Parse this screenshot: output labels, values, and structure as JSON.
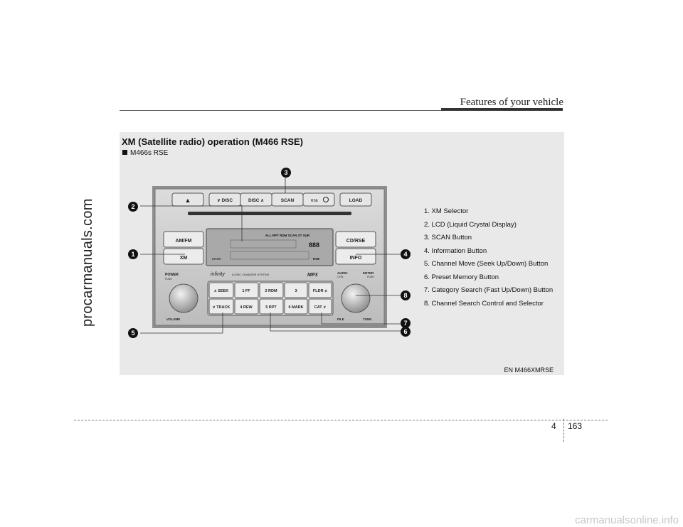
{
  "header": {
    "section_title": "Features of your vehicle"
  },
  "side_watermark": "procarmanuals.com",
  "panel": {
    "title": "XM (Satellite radio) operation (M466 RSE)",
    "subtitle": "M466s RSE",
    "image_code": "EN M466XMRSE"
  },
  "legend": [
    "1. XM Selector",
    "2. LCD (Liquid Crystal Display)",
    "3. SCAN Button",
    "4. Information Button",
    "5. Channel Move (Seek Up/Down) Button",
    "6. Preset Memory Button",
    "7. Category Search (Fast Up/Down) Button",
    "8. Channel Search Control and Selector"
  ],
  "callouts": {
    "c1": "1",
    "c2": "2",
    "c3": "3",
    "c4": "4",
    "c5": "5",
    "c6": "6",
    "c7": "7",
    "c8": "8"
  },
  "radio": {
    "eject": "▲",
    "disc_down": "∨ DISC",
    "disc_up": "DISC ∧",
    "scan": "SCAN",
    "rse": "RSE",
    "load": "LOAD",
    "am_fm": "AM/FM",
    "xm": "XM",
    "cd_rse": "CD/RSE",
    "info": "INFO",
    "lcd_indicators": "ALL RPT RDM SCAN ST SUR",
    "lcd_digits": "888",
    "lcd_mark": "MARK",
    "lcd_rse": "RSE",
    "power": "POWER",
    "push_left": "PUSH",
    "volume": "VOLUME",
    "brand": "infinity",
    "changer": "6-DISC CHANGER SYSTEM",
    "mp3": "MP3",
    "audio": "AUDIO",
    "ctrl": "CTRL",
    "enter": "ENTER",
    "push_right": "PUSH",
    "file": "FILE",
    "tune": "TUNE",
    "btn_seek": "∧ SEEK",
    "btn_ff": "1 FF",
    "btn_rdm": "2 RDM",
    "btn_3": "3",
    "btn_fldr": "FLDR ∧",
    "btn_track": "∨ TRACK",
    "btn_rew": "4 REW",
    "btn_rpt": "5 RPT",
    "btn_mark": "6 MARK",
    "btn_cat": "CAT ∨"
  },
  "footer": {
    "chapter": "4",
    "page": "163"
  },
  "bottom_watermark": "carmanualsonline.info",
  "colors": {
    "panel_bg": "#e9e9ea",
    "radio_face": "#cfcfcf",
    "callout": "#111111"
  }
}
